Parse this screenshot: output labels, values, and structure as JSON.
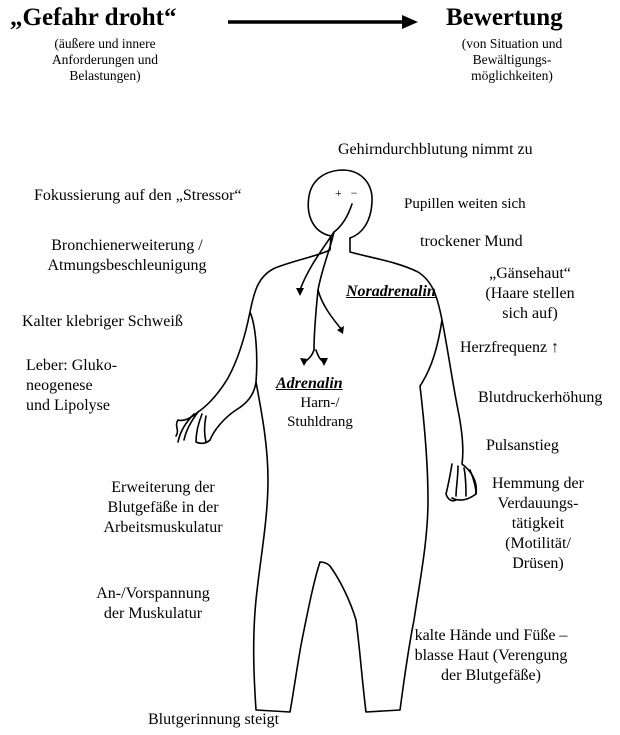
{
  "header": {
    "left_title": "„Gefahr droht“",
    "left_sub": "(äußere und innere\nAnforderungen und\nBelastungen)",
    "right_title": "Bewertung",
    "right_sub": "(von Situation und\nBewältigungs-\nmöglichkeiten)"
  },
  "brain_signs": "+ −",
  "hormones": {
    "noradrenalin": "Noradrenalin",
    "adrenalin": "Adrenalin",
    "harn": "Harn-/\nStuhldrang"
  },
  "left_labels": {
    "fokus": "Fokussierung auf den „Stressor“",
    "bronchien": "Bronchienerweiterung /\nAtmungsbeschleunigung",
    "schweiss": "Kalter klebriger Schweiß",
    "leber": "Leber: Gluko-\nneogenese\nund Lipolyse",
    "blutgefaesse": "Erweiterung der\nBlutgefäße in der\nArbeitsmuskulatur",
    "muskulatur": "An-/Vorspannung\nder Muskulatur",
    "gerinnung": "Blutgerinnung steigt"
  },
  "right_labels": {
    "gehirn": "Gehirndurchblutung nimmt zu",
    "pupillen": "Pupillen weiten sich",
    "mund": "trockener Mund",
    "gaensehaut": "„Gänsehaut“\n(Haare stellen\nsich auf)",
    "herz": "Herzfrequenz ↑",
    "blutdruck": "Blutdruckerhöhung",
    "puls": "Pulsanstieg",
    "verdauung": "Hemmung der\nVerdauungs-\ntätigkeit\n(Motilität/\nDrüsen)",
    "haende": "kalte Hände und Füße –\nblasse Haut (Verengung\nder Blutgefäße)"
  }
}
